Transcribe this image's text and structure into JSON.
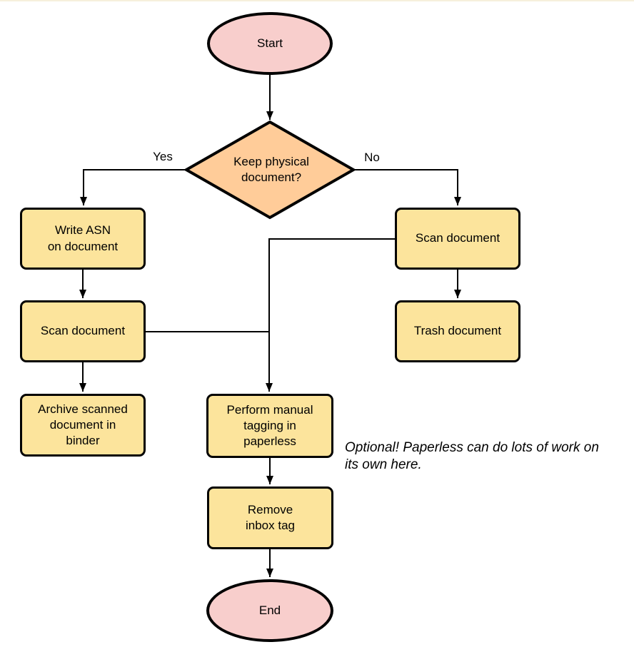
{
  "diagram": {
    "nodes": {
      "start": {
        "label": "Start",
        "shape": "terminal"
      },
      "decision": {
        "label_lines": [
          "Keep physical",
          "document?"
        ],
        "shape": "decision"
      },
      "write_asn": {
        "label_lines": [
          "Write ASN",
          "on document"
        ],
        "shape": "process"
      },
      "scan_left": {
        "label": "Scan document",
        "shape": "process"
      },
      "archive": {
        "label_lines": [
          "Archive scanned",
          "document in",
          "binder"
        ],
        "shape": "process"
      },
      "scan_right": {
        "label": "Scan document",
        "shape": "process"
      },
      "trash": {
        "label": "Trash document",
        "shape": "process"
      },
      "tagging": {
        "label_lines": [
          "Perform manual",
          "tagging in",
          "paperless"
        ],
        "shape": "process"
      },
      "remove_inbox": {
        "label_lines": [
          "Remove",
          "inbox tag"
        ],
        "shape": "process"
      },
      "end": {
        "label": "End",
        "shape": "terminal"
      }
    },
    "edge_labels": {
      "yes": "Yes",
      "no": "No"
    },
    "edges": [
      {
        "from": "start",
        "to": "decision"
      },
      {
        "from": "decision",
        "to": "write_asn",
        "label": "Yes"
      },
      {
        "from": "decision",
        "to": "scan_right",
        "label": "No"
      },
      {
        "from": "write_asn",
        "to": "scan_left"
      },
      {
        "from": "scan_left",
        "to": "archive"
      },
      {
        "from": "scan_right",
        "to": "trash"
      },
      {
        "from": "scan_right",
        "to": "tagging"
      },
      {
        "from": "scan_left",
        "to": "tagging"
      },
      {
        "from": "tagging",
        "to": "remove_inbox"
      },
      {
        "from": "remove_inbox",
        "to": "end"
      }
    ],
    "note_lines": [
      "Optional! Paperless can do lots of work on",
      "its own here."
    ],
    "colors": {
      "terminal_fill": "#F8CECC",
      "decision_fill": "#FFCC99",
      "process_fill": "#FCE49C",
      "outline": "#000000",
      "text": "#000000",
      "background": "#FFFFFF"
    }
  }
}
